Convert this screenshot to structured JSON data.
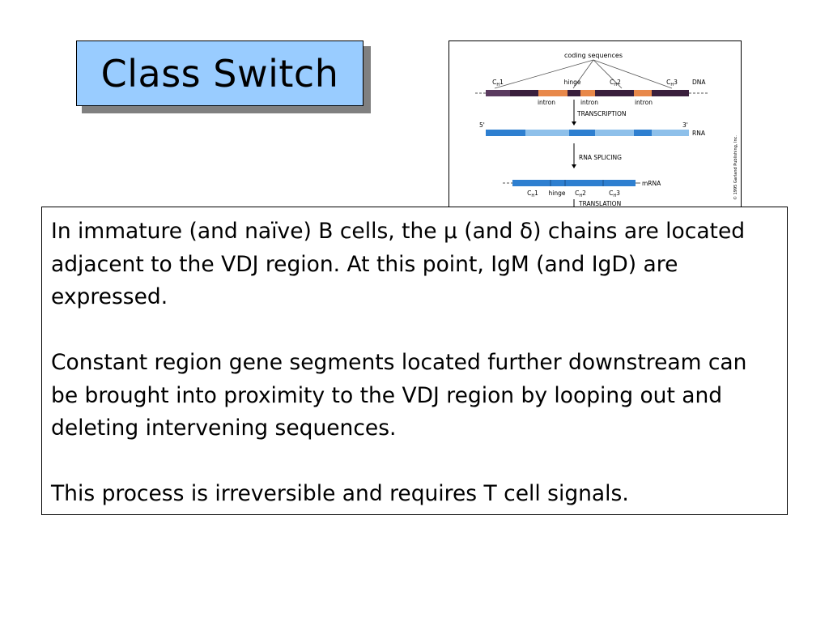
{
  "slide": {
    "title": "Class Switch",
    "colors": {
      "title_fill": "#99ccff",
      "title_shadow": "#808080",
      "exon_orange": "#e8884a",
      "dna_dark": "#3a1f3d",
      "rna_blue": "#2e7fd0",
      "rna_light": "#8ec0ea"
    }
  },
  "figure": {
    "coding_sequences": "coding sequences",
    "ch1": "C",
    "ch1_sub": "H",
    "ch1_num": "1",
    "hinge": "hinge",
    "ch2": "C",
    "ch2_sub": "H",
    "ch2_num": "2",
    "ch3": "C",
    "ch3_sub": "H",
    "ch3_num": "3",
    "dna": "DNA",
    "intron1": "intron",
    "intron2": "intron",
    "intron3": "intron",
    "transcription": "TRANSCRIPTION",
    "five_prime": "5'",
    "three_prime": "3'",
    "rna": "RNA",
    "rna_splicing": "RNA SPLICING",
    "mrna": "mRNA",
    "m_ch1": "C",
    "m_ch1_sub": "H",
    "m_ch1_num": "1",
    "m_hinge": "hinge",
    "m_ch2": "C",
    "m_ch2_sub": "H",
    "m_ch2_num": "2",
    "m_ch3": "C",
    "m_ch3_sub": "H",
    "m_ch3_num": "3",
    "translation": "TRANSLATION",
    "copyright": "© 1995 Garland Publishing, Inc."
  },
  "body": {
    "para1": "In immature (and naïve) B cells, the μ (and δ) chains are located adjacent to the VDJ region. At this point, IgM (and IgD) are expressed.",
    "para2": "Constant region gene segments located further downstream can be brought into proximity to the VDJ region by looping out and deleting intervening sequences.",
    "para3": "This process is irreversible and requires T cell signals."
  }
}
